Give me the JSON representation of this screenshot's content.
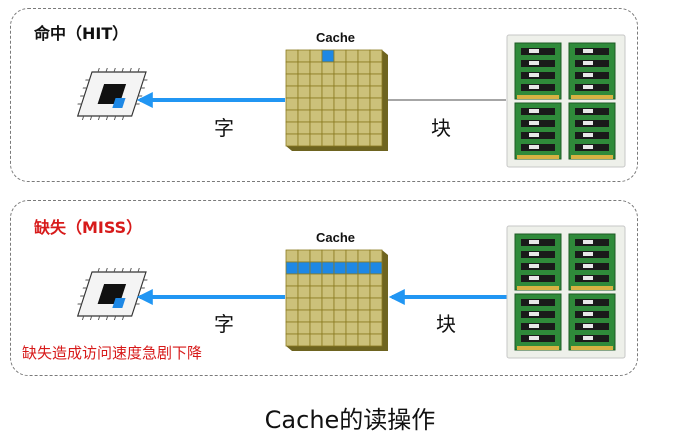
{
  "hit": {
    "title": "命中（HIT）",
    "cache_label": "Cache",
    "word_label": "字",
    "block_label": "块"
  },
  "miss": {
    "title": "缺失（MISS）",
    "cache_label": "Cache",
    "word_label": "字",
    "block_label": "块",
    "note": "缺失造成访问速度急剧下降"
  },
  "caption": "Cache的读操作",
  "colors": {
    "cache_cell": "#ccc17a",
    "cache_grid": "#8a7a20",
    "highlight": "#1e88e5",
    "arrow": "#2196f3",
    "miss_text": "#d71a1a",
    "panel_border": "#7a7a7a"
  }
}
